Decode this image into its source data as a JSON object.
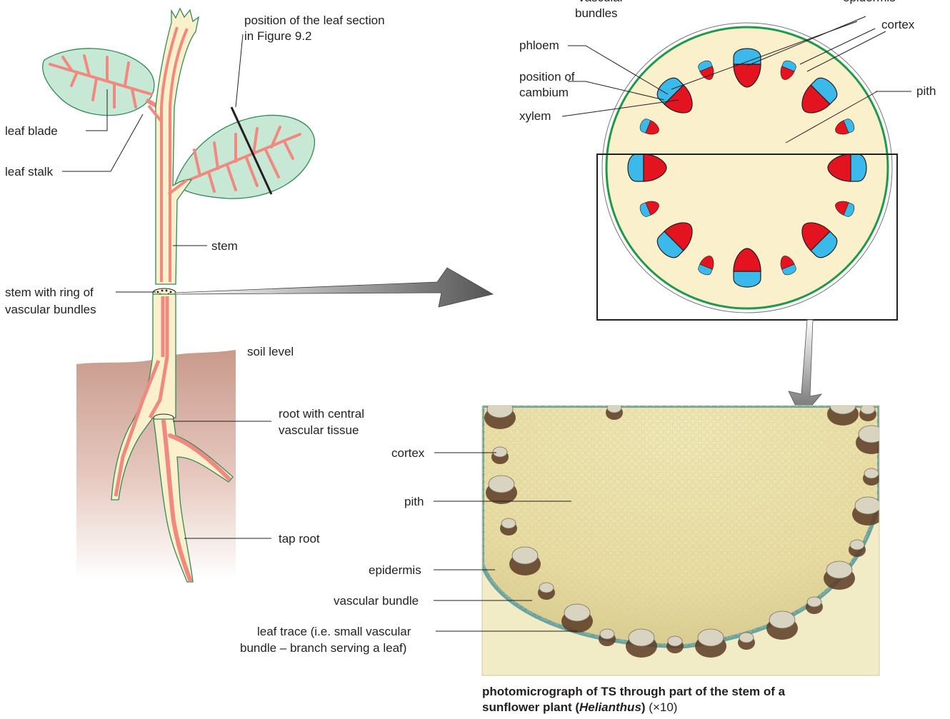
{
  "plant_labels": {
    "leaf_section_line1": "position of the leaf section",
    "leaf_section_line2": "in Figure 9.2",
    "leaf_blade": "leaf blade",
    "leaf_stalk": "leaf stalk",
    "stem": "stem",
    "stem_ring_line1": "stem with ring of",
    "stem_ring_line2": "vascular bundles",
    "soil_level": "soil level",
    "root_line1": "root with central",
    "root_line2": "vascular tissue",
    "tap_root": "tap root"
  },
  "section_labels": {
    "vascular_bundles_line1": "vascular",
    "vascular_bundles_line2": "bundles",
    "epidermis": "epidermis",
    "cortex": "cortex",
    "phloem": "phloem",
    "cambium_line1": "position of",
    "cambium_line2": "cambium",
    "xylem": "xylem",
    "pith": "pith"
  },
  "micrograph_labels": {
    "cortex": "cortex",
    "pith": "pith",
    "epidermis": "epidermis",
    "vascular_bundle": "vascular bundle",
    "leaf_trace_line1": "leaf trace (i.e. small vascular",
    "leaf_trace_line2": "bundle – branch serving a leaf)"
  },
  "caption": {
    "bold_line1": "photomicrograph of TS through part of the stem of a",
    "bold_line2a": "sunflower plant (",
    "italic": "Helianthus",
    "bold_line2b": ")",
    "scale": " (×10)"
  },
  "colors": {
    "xylem": "#e3141f",
    "phloem": "#3bb9ea",
    "pith": "#fbf0cc",
    "epidermis_ring": "#1f9a4a",
    "leaf": "#c8e8d6",
    "vein": "#f08a80",
    "soil": "#cf9f92"
  }
}
